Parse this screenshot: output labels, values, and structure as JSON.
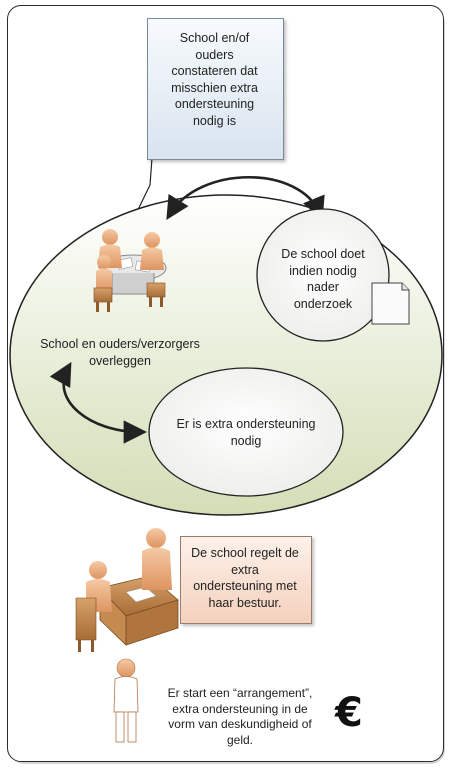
{
  "diagram": {
    "note_top": "School en/of\nouders\nconstateren dat\nmisschien extra\nondersteuning\nnodig is",
    "circle_research": "De school doet\nindien nodig\nnader\nonderzoek",
    "label_meeting": "School en ouders/verzorgers\noverleggen",
    "circle_support": "Er is extra ondersteuning\nnodig",
    "box_arranges": "De school regelt de\nextra\nondersteuning met\nhaar bestuur.",
    "text_arrangement": "Er start een “arrangement”,\nextra ondersteuning in de\nvorm van deskundigheid of\ngeld.",
    "euro_symbol": "€"
  },
  "colors": {
    "ellipse_top": "#ffffff",
    "ellipse_bottom": "#d3deb6",
    "note_box": "#dbe6f1",
    "orange_box": "#f6d6c4",
    "person": "#e8a878",
    "table": "#b9824c"
  }
}
